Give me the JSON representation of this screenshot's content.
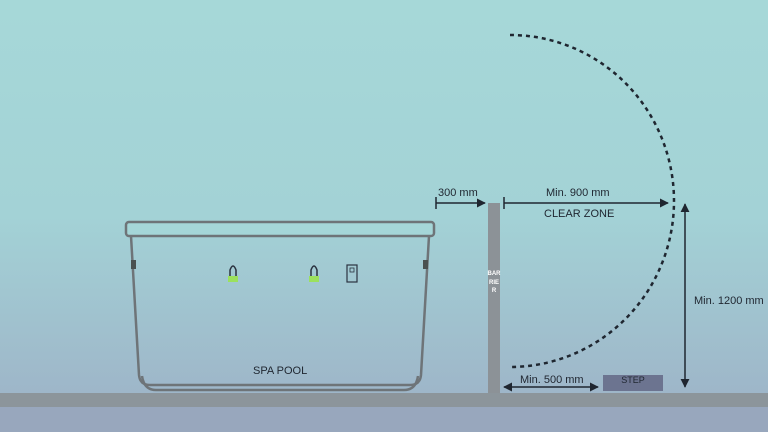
{
  "labels": {
    "spa_pool": "SPA POOL",
    "barrier": "BARRIER",
    "gap_300": "300 mm",
    "min_900": "Min. 900 mm",
    "clear_zone": "CLEAR ZONE",
    "min_1200": "Min. 1200 mm",
    "min_500": "Min. 500 mm",
    "step": "STEP"
  },
  "colors": {
    "sky_top": "#a6d8d8",
    "sky_bottom": "#9db0c6",
    "ground": "#8c959b",
    "outline": "#6e7478",
    "barrier": "#8c9297",
    "step": "#6c7490",
    "accent_green": "#9be15d",
    "text": "#1f2630"
  }
}
